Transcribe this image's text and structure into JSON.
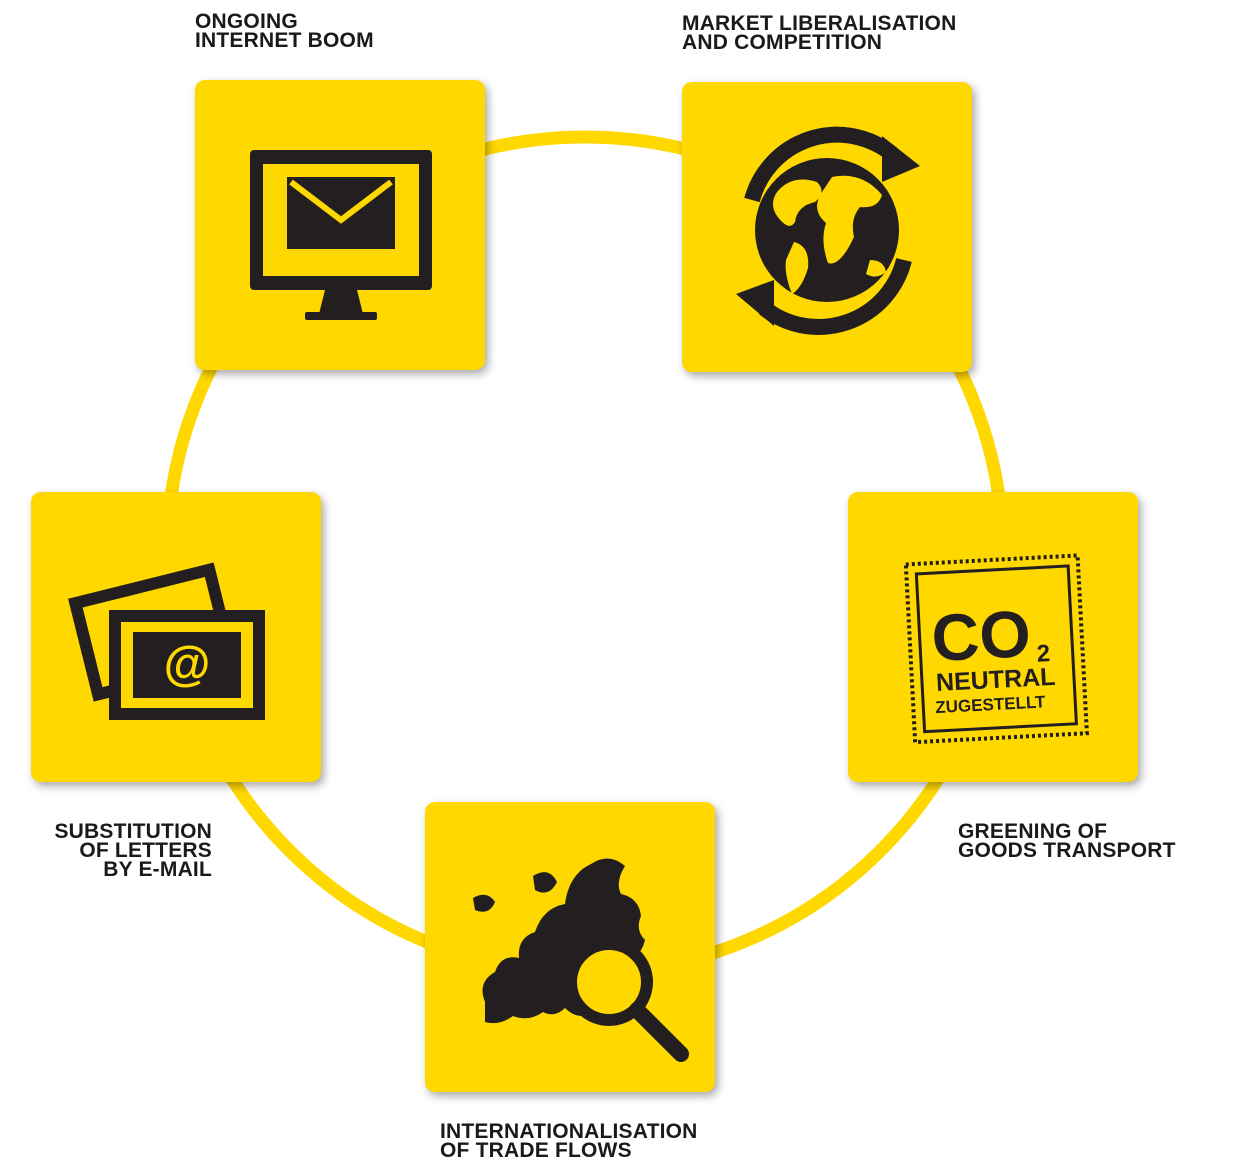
{
  "diagram": {
    "nodes": [
      {
        "id": "internet",
        "label": "ONGOING\nINTERNET BOOM",
        "icon": "monitor-envelope-icon"
      },
      {
        "id": "market",
        "label": "MARKET LIBERALISATION\nAND COMPETITION",
        "icon": "globe-arrows-icon"
      },
      {
        "id": "green",
        "label": "GREENING OF\nGOODS TRANSPORT",
        "icon": "co2-stamp-icon",
        "stamp": {
          "co": "CO",
          "sub": "2",
          "line1": "NEUTRAL",
          "line2": "ZUGESTELLT"
        }
      },
      {
        "id": "trade",
        "label": "INTERNATIONALISATION\nOF TRADE FLOWS",
        "icon": "europe-magnifier-icon"
      },
      {
        "id": "letters",
        "label": "SUBSTITUTION\nOF LETTERS\nBY E-MAIL",
        "icon": "letters-at-icon",
        "at_symbol": "@"
      }
    ]
  },
  "colors": {
    "tile": "#ffd800",
    "ring": "#ffd800",
    "icon": "#231f20",
    "text": "#1a1a1a"
  }
}
